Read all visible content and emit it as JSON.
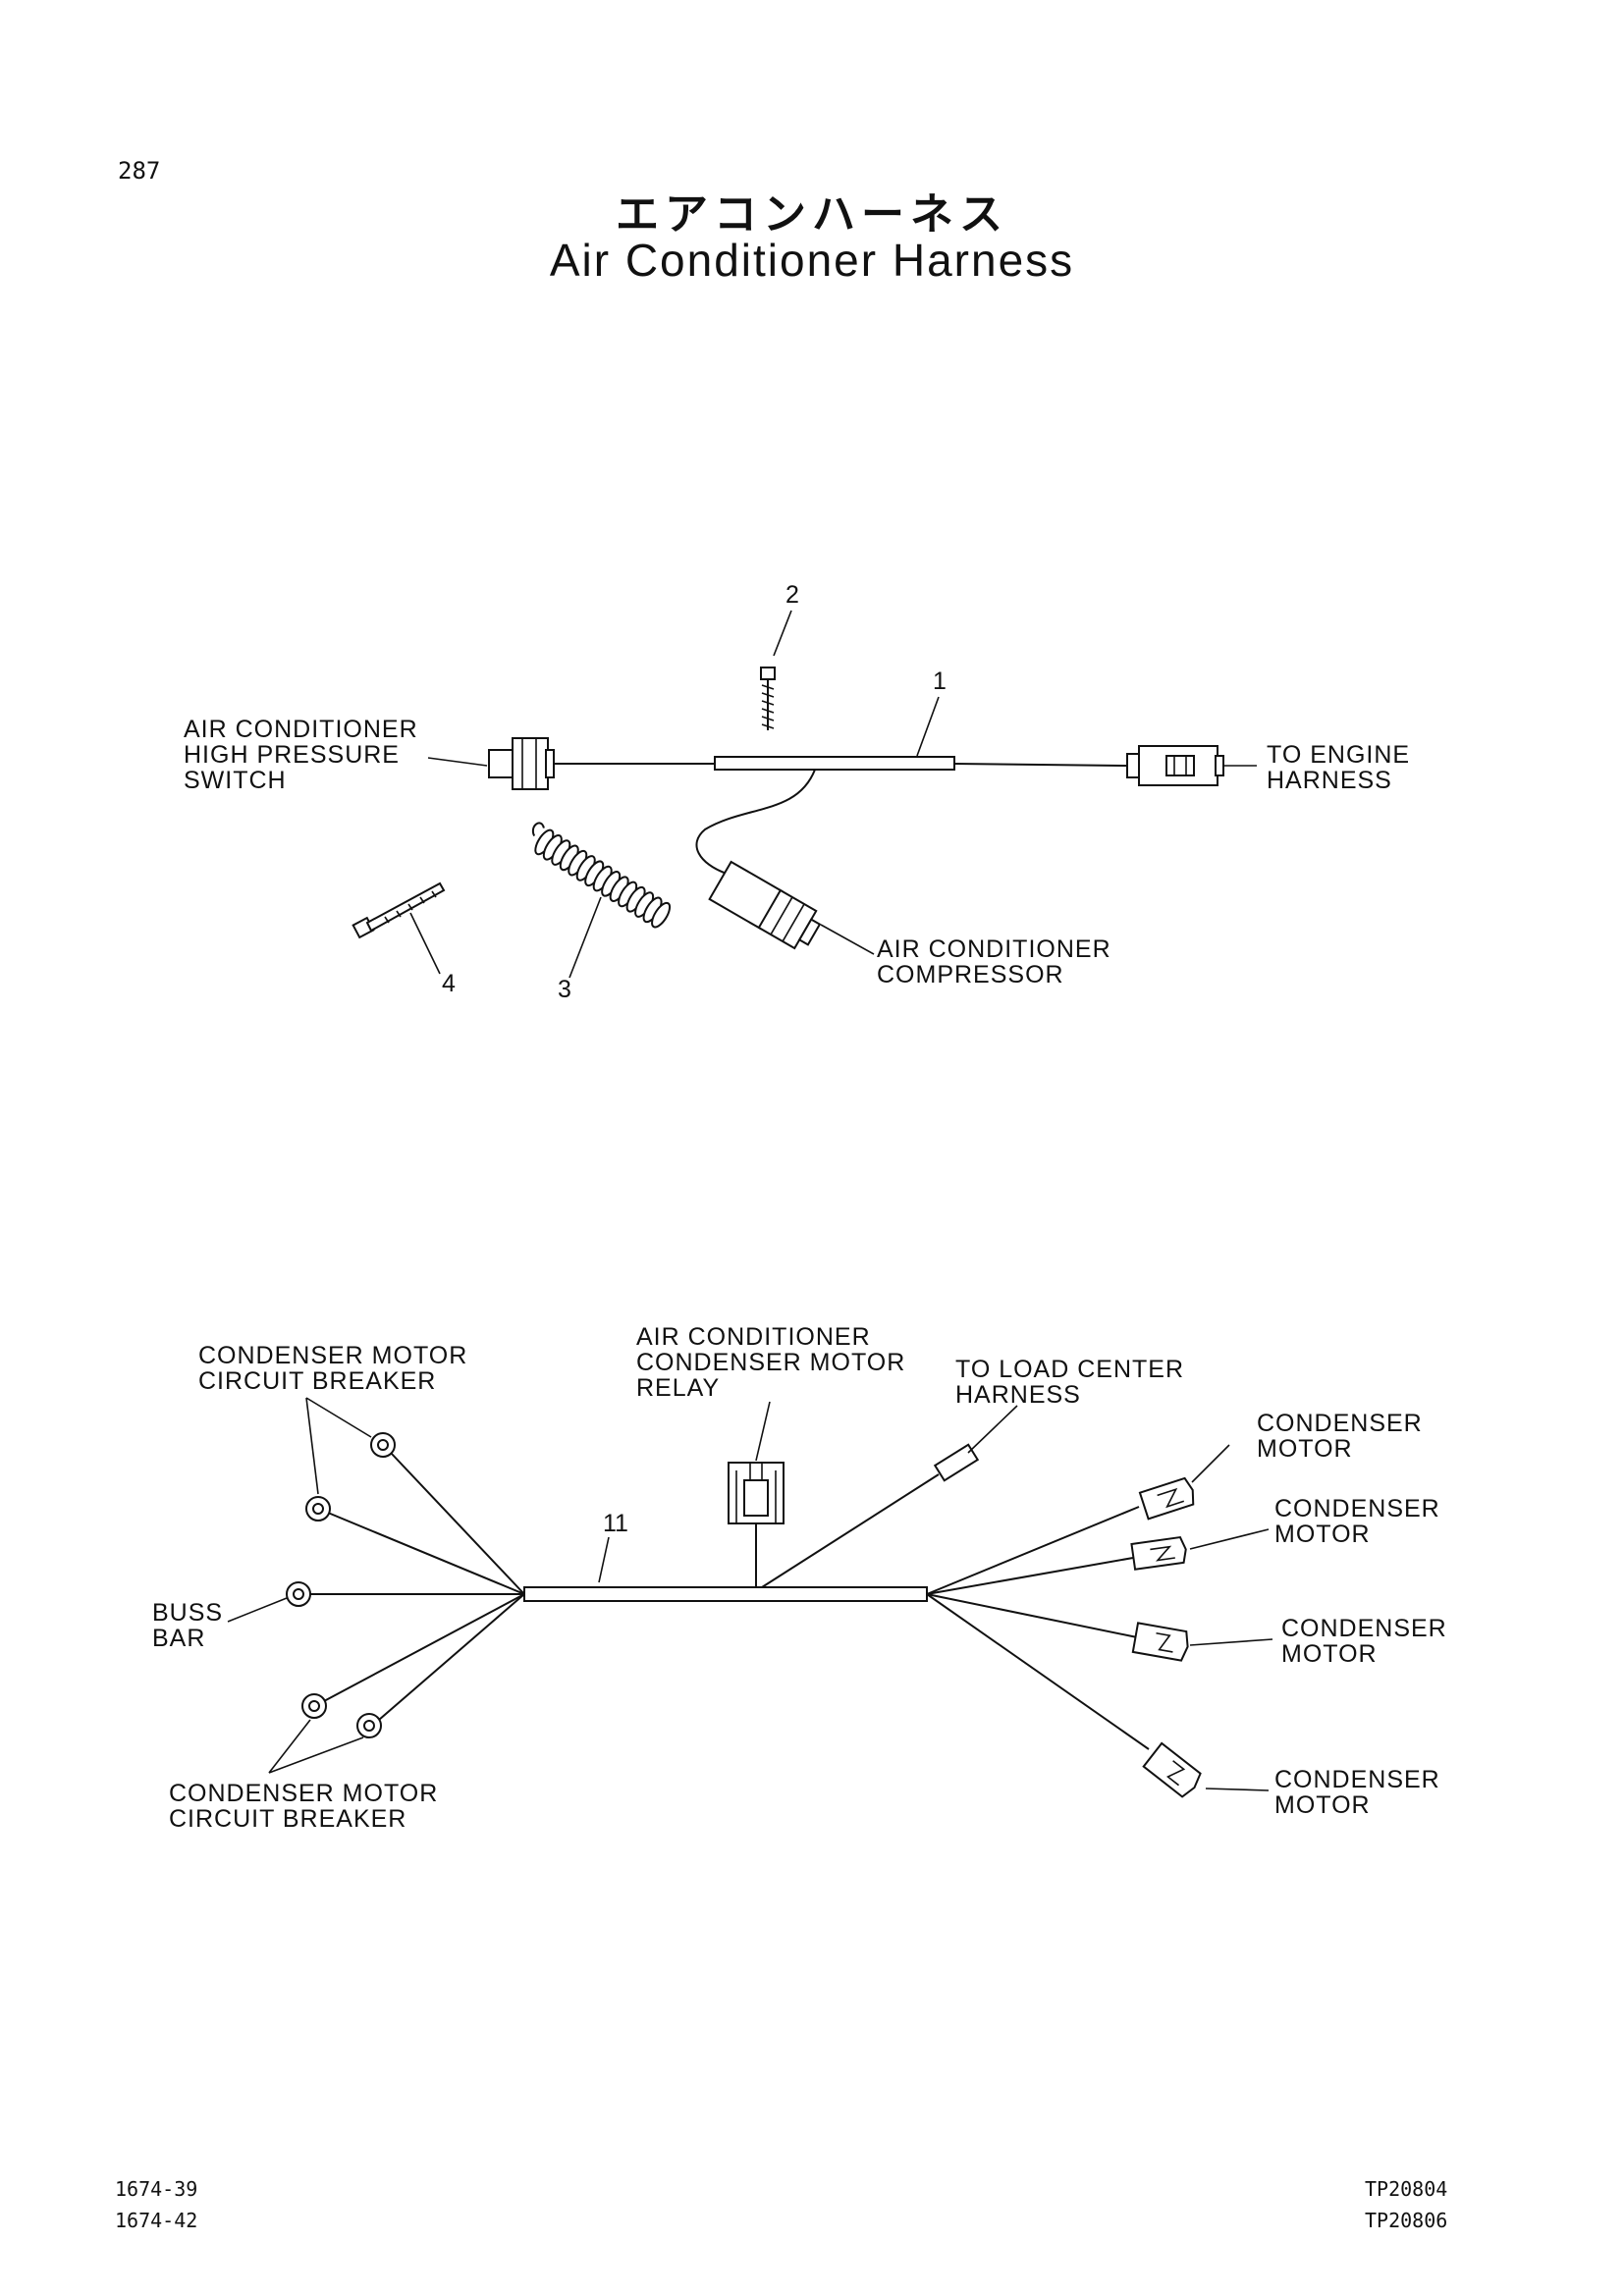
{
  "page": {
    "number": "287",
    "title_jp": "エアコンハーネス",
    "title_en": "Air Conditioner Harness"
  },
  "upper_diagram": {
    "callouts": {
      "p1": "1",
      "p2": "2",
      "p3": "3",
      "p4": "4"
    },
    "labels": {
      "pressure_switch": [
        "AIR CONDITIONER",
        "HIGH PRESSURE",
        "SWITCH"
      ],
      "engine_harness": [
        "TO ENGINE",
        "HARNESS"
      ],
      "compressor": [
        "AIR CONDITIONER",
        "COMPRESSOR"
      ]
    }
  },
  "lower_diagram": {
    "callouts": {
      "p11": "11"
    },
    "labels": {
      "breaker_top": [
        "CONDENSER MOTOR",
        "CIRCUIT BREAKER"
      ],
      "buss_bar": [
        "BUSS",
        "BAR"
      ],
      "breaker_bottom": [
        "CONDENSER MOTOR",
        "CIRCUIT BREAKER"
      ],
      "relay": [
        "AIR CONDITIONER",
        "CONDENSER MOTOR",
        "RELAY"
      ],
      "load_center": [
        "TO LOAD CENTER",
        "HARNESS"
      ],
      "motor_1": [
        "CONDENSER",
        "MOTOR"
      ],
      "motor_2": [
        "CONDENSER",
        "MOTOR"
      ],
      "motor_3": [
        "CONDENSER",
        "MOTOR"
      ],
      "motor_4": [
        "CONDENSER",
        "MOTOR"
      ]
    }
  },
  "footer": {
    "left": [
      "1674-39",
      "1674-42"
    ],
    "right": [
      "TP20804",
      "TP20806"
    ]
  }
}
